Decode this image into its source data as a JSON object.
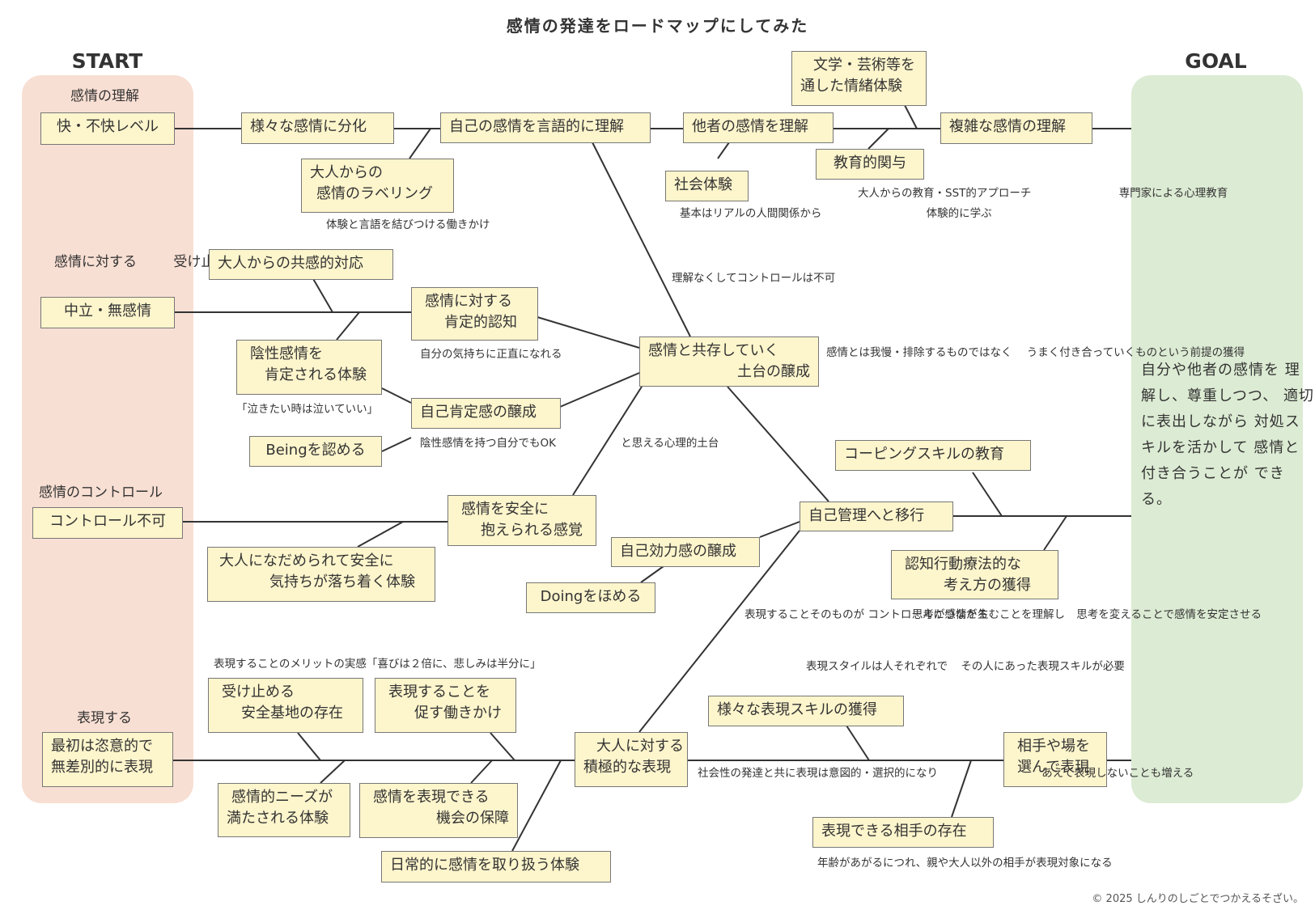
{
  "title": "感情の発達をロードマップにしてみた",
  "start_label": "START",
  "goal_label": "GOAL",
  "colors": {
    "start_panel": "#f8dfd3",
    "goal_panel": "#dcebd3",
    "box_fill": "#fdf5cc",
    "line": "#333333"
  },
  "categories": {
    "understanding": "感情の理解",
    "acceptance": [
      "感情に対する",
      "受け止め方"
    ],
    "control": "感情のコントロール",
    "expression": "表現する"
  },
  "start_boxes": {
    "pleasure": "快・不快レベル",
    "neutral": "中立・無感情",
    "uncontrollable": [
      "コントロール不可"
    ],
    "expression": [
      "最初は恣意的で",
      "無差別的に表現"
    ]
  },
  "boxes": {
    "differentiate": [
      "様々な感情に分化"
    ],
    "verbal": [
      "自己の感情を言語的に理解"
    ],
    "labeling": [
      "大人からの",
      "感情のラベリング"
    ],
    "others": [
      "他者の感情を理解"
    ],
    "social": [
      "社会体験"
    ],
    "literature": [
      "文学・芸術等を",
      "通した情緒体験"
    ],
    "education": [
      "教育的関与"
    ],
    "complex": [
      "複雑な感情の理解"
    ],
    "empathy": [
      "大人からの共感的対応"
    ],
    "positive_recognition": [
      "感情に対する",
      "肯定的認知"
    ],
    "negative_affirmed": [
      "陰性感情を",
      "肯定される体験"
    ],
    "being": [
      "Beingを認める"
    ],
    "self_affirmation": [
      "自己肯定感の醸成"
    ],
    "coexist": [
      "感情と共存していく",
      "土台の醸成"
    ],
    "hold_safely": [
      "感情を安全に",
      "抱えられる感覚"
    ],
    "soothed": [
      "大人になだめられて安全に",
      "気持ちが落ち着く体験"
    ],
    "self_management": [
      "自己管理へと移行"
    ],
    "coping": [
      "コーピングスキルの教育"
    ],
    "cbt": [
      "認知行動療法的な",
      "考え方の獲得"
    ],
    "efficacy": [
      "自己効力感の醸成"
    ],
    "doing": [
      "Doingをほめる"
    ],
    "receive_base": [
      "受け止める",
      "安全基地の存在"
    ],
    "encourage": [
      "表現することを",
      "促す働きかけ"
    ],
    "needs_met": [
      "感情的ニーズが",
      "満たされる体験"
    ],
    "opportunity": [
      "感情を表現できる",
      "機会の保障"
    ],
    "daily": [
      "日常的に感情を取り扱う体験"
    ],
    "active_expression": [
      "大人に対する",
      "積極的な表現"
    ],
    "skills": [
      "様々な表現スキルの獲得"
    ],
    "partner": [
      "表現できる相手の存在"
    ],
    "choose": [
      "相手や場を",
      "選んで表現"
    ]
  },
  "notes": {
    "labeling": [
      "体験と言語を結びつける働きかけ"
    ],
    "social": [
      "基本はリアルの人間関係から",
      "体験的に学ぶ"
    ],
    "education": [
      "大人からの教育・SST的アプローチ",
      "専門家による心理教育"
    ],
    "no_control": [
      "理解なくしてコントロールは不可"
    ],
    "honest": [
      "自分の気持ちに正直になれる"
    ],
    "coexist": [
      "感情とは我慢・排除するものではなく",
      "うまく付き合っていくものという前提の獲得"
    ],
    "cry": [
      "「泣きたい時は泣いていい」"
    ],
    "negative_ok": [
      "陰性感情を持つ自分でもOK",
      "と思える心理的土台"
    ],
    "expr_control": [
      "表現することそのものが",
      "コントロールにつながる"
    ],
    "cbt": [
      "思考が感情を生むことを理解し",
      "思考を変えることで感情を安定させる"
    ],
    "merit": [
      "表現することのメリットの実感「喜びは２倍に、悲しみは半分に」"
    ],
    "style": [
      "表現スタイルは人それぞれで",
      "その人にあった表現スキルが必要"
    ],
    "intentional": [
      "社会性の発達と共に表現は意図的・選択的になり",
      "あえて表現しないことも増える"
    ],
    "age": [
      "年齢があがるにつれ、親や大人以外の相手が表現対象になる"
    ]
  },
  "goal_text": [
    "自分や他者の感情を",
    "理解し、尊重しつつ、",
    "適切に表出しながら",
    "対処スキルを活かして",
    "感情と付き合うことが",
    "できる。"
  ],
  "copyright": "© 2025 しんりのしごとでつかえるそざい。"
}
